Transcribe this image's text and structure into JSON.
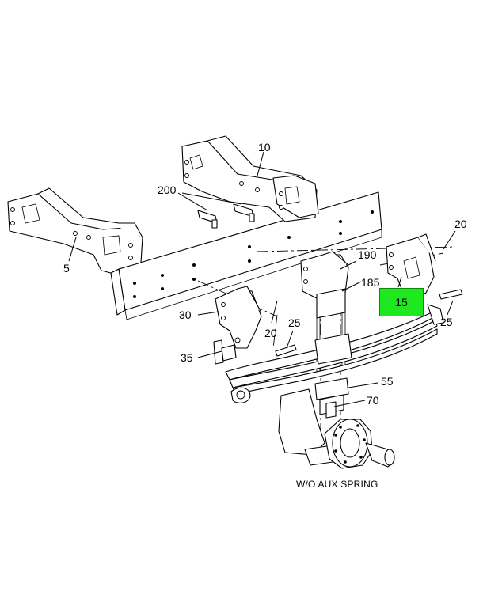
{
  "diagram": {
    "caption": "W/O AUX SPRING",
    "highlight_color": "#1ee81e",
    "callouts": {
      "c5": "5",
      "c10": "10",
      "c15": "15",
      "c20a": "20",
      "c20b": "20",
      "c25a": "25",
      "c25b": "25",
      "c30": "30",
      "c35": "35",
      "c55": "55",
      "c70": "70",
      "c185": "185",
      "c190": "190",
      "c200": "200"
    }
  }
}
